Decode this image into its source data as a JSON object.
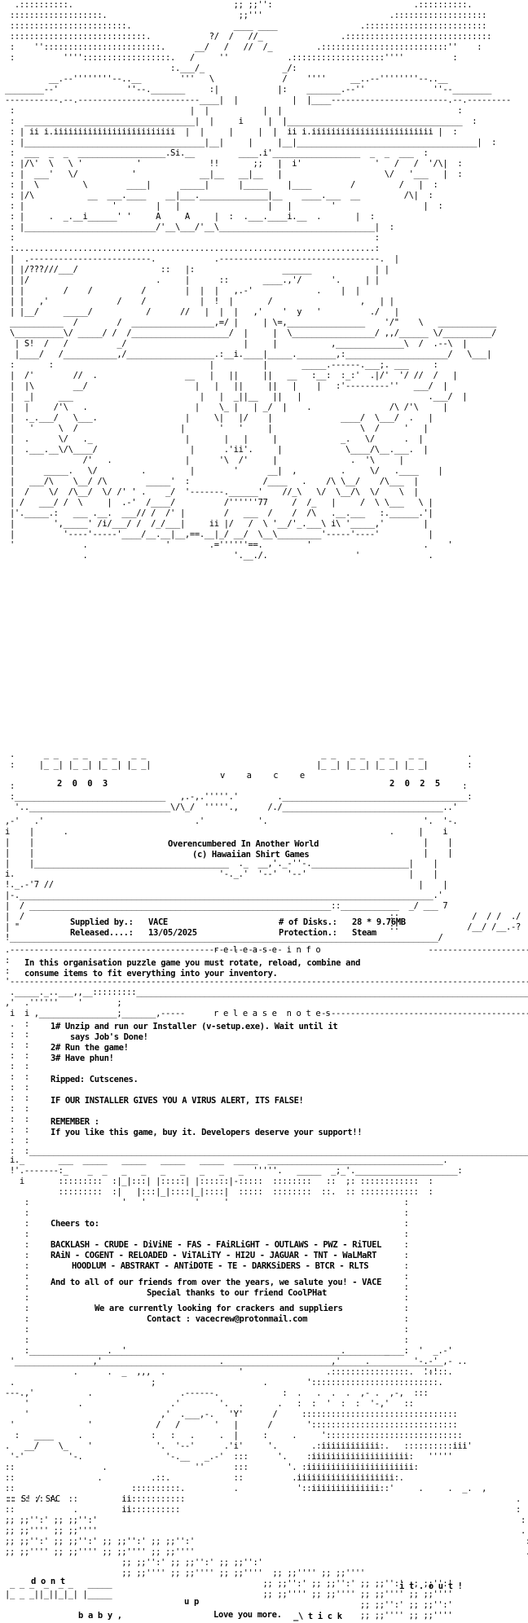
{
  "years": {
    "left": "2 0 0 3",
    "center": "v a c e",
    "right": "2 0 2 5"
  },
  "release": {
    "title": "Overencumbered In Another World",
    "copyright": "(c) Hawaiian Shirt Games"
  },
  "meta": {
    "supplied_label": "Supplied by.:",
    "supplied_value": "VACE",
    "released_label": "Released....:",
    "released_value": "13/05/2025",
    "disks_label": "# of Disks.:",
    "disks_value": "28 * 9.76MB",
    "protection_label": "Protection.:",
    "protection_value": "Steam"
  },
  "info": {
    "header": "r e l e a s e  i n f o",
    "line1": "In this organisation puzzle game you must rotate, reload, combine and",
    "line2": "consume items to fit everything into your inventory."
  },
  "notes": {
    "header": "r e l e a s e  n o t e s",
    "step1a": "1# Unzip and run our Installer (v-setup.exe). Wait until it",
    "step1b": "says Job's Done!",
    "step2": "2# Run the game!",
    "step3": "3# Have phun!",
    "ripped": "Ripped: Cutscenes.",
    "virus": "IF OUR INSTALLER GIVES YOU A VIRUS ALERT, ITS FALSE!",
    "remember_label": "REMEMBER :",
    "remember_text": "If you like this game, buy it. Developers deserve your support!!"
  },
  "greets": {
    "cheers": "Cheers to:",
    "line1": "BACKLASH - CRUDE - DiViNE - FAS - FAiRLiGHT - OUTLAWS - PWZ - RiTUEL",
    "line2": "RAiN - COGENT - RELOADED - ViTALiTY - HI2U - JAGUAR - TNT - WaLMaRT",
    "line3": "HOODLUM - ABSTRAKT - ANTiDOTE - TE - DARKSiDERS - BTCR - RLTS",
    "salute": "And to all of our friends from over the years, we salute you! - VACE",
    "thanks": "Special thanks to our friend CoolPHat",
    "looking": "We are currently looking for crackers and suppliers",
    "contact": "Contact : vacecrew@protonmail.com"
  },
  "footer": {
    "sac": ":: S! / SAC",
    "dont": "d o n t",
    "up": "u p",
    "baby": "b a b y ,",
    "it_out": "i t . o u t !",
    "stick": "_\\ t i c k",
    "love": "Love you more."
  }
}
